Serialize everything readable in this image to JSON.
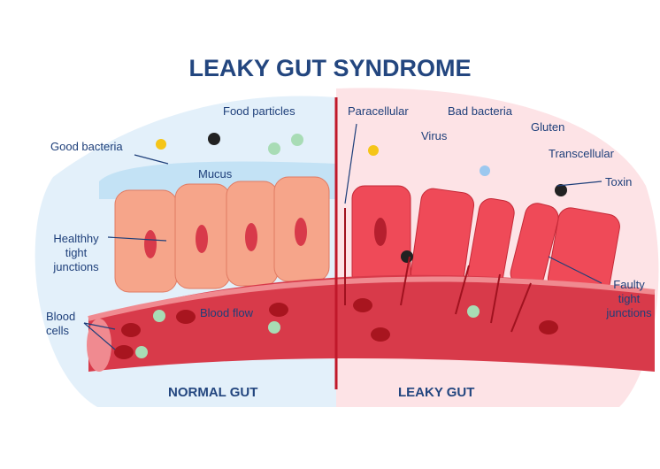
{
  "title": "LEAKY GUT SYNDROME",
  "normal": {
    "section_label": "NORMAL GUT",
    "labels": {
      "food_particles": "Food particles",
      "good_bacteria": "Good bacteria",
      "mucus": "Mucus",
      "healthy_junctions_1": "Healthhy",
      "healthy_junctions_2": "tight",
      "healthy_junctions_3": "junctions",
      "blood_cells_1": "Blood",
      "blood_cells_2": "cells",
      "blood_flow": "Blood flow"
    }
  },
  "leaky": {
    "section_label": "LEAKY GUT",
    "labels": {
      "paracellular": "Paracellular",
      "virus": "Virus",
      "bad_bacteria": "Bad bacteria",
      "gluten": "Gluten",
      "transcellular": "Transcellular",
      "toxin": "Toxin",
      "faulty_junctions_1": "Faulty",
      "faulty_junctions_2": "tight",
      "faulty_junctions_3": "junctions"
    }
  },
  "colors": {
    "title": "#23467f",
    "normal_bg": "#e3f0fa",
    "leaky_bg": "#fde3e6",
    "divider": "#c0182a",
    "vessel": "#d83a4a",
    "cell_normal": "#f59a80",
    "cell_leaky": "#ef4a58"
  }
}
